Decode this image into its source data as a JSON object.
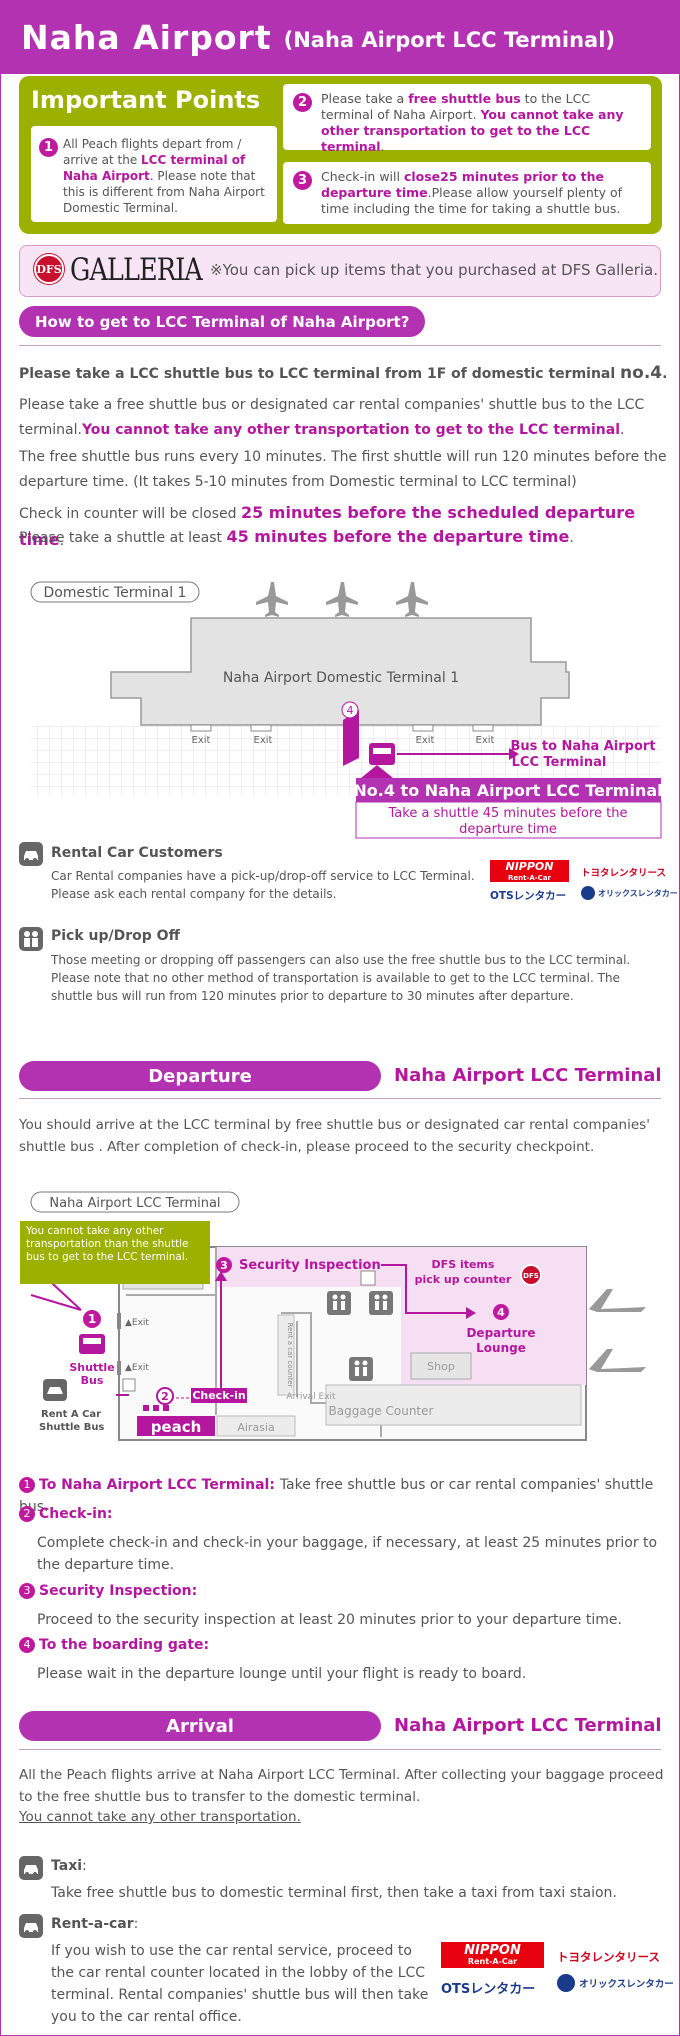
{
  "header": {
    "title": "Naha Airport",
    "subtitle": "(Naha Airport LCC Terminal)"
  },
  "important": {
    "title": "Important Points",
    "p1_a": "All Peach flights depart from / arrive at the ",
    "p1_b": "LCC terminal of Naha Airport",
    "p1_c": ". Please note that this is different from Naha Airport Domestic Terminal.",
    "p2_a": "Please take a ",
    "p2_b": "free shuttle bus",
    "p2_c": " to the LCC terminal of Naha Airport. ",
    "p2_d": "You cannot take any other transportation to get to the LCC terminal",
    "p2_e": ".",
    "p3_a": "Check-in will ",
    "p3_b": "close25 minutes prior to the departure time",
    "p3_c": ".Please allow yourself plenty of time including the time for taking a shuttle bus.",
    "n1": "1",
    "n2": "2",
    "n3": "3"
  },
  "dfs": {
    "logo": "DFS",
    "brand": "GALLERIA",
    "note": "※You can pick up items that you purchased at DFS Galleria."
  },
  "howto": {
    "pill": "How to get to LCC Terminal of Naha Airport?",
    "lead_a": "Please take a LCC shuttle bus to LCC terminal from 1F of domestic terminal ",
    "lead_b": "no.4",
    "lead_c": ".",
    "p1_a": "Please take a free shuttle bus or designated car rental companies' shuttle bus to the LCC terminal.",
    "p1_b": "You cannot take any other transportation to get to the LCC terminal",
    "p1_c": ".",
    "p2": "The free shuttle bus runs every  10 minutes. The first shuttle will run 120 minutes before the departure time. (It takes 5-10 minutes from Domestic terminal to LCC terminal)",
    "p3_a": "Check in counter will be closed ",
    "p3_b": "25 minutes before the scheduled departure time",
    "p3_c": ".",
    "p4_a": "Please take a shuttle at least ",
    "p4_b": "45 minutes before the departure time",
    "p4_c": "."
  },
  "map1": {
    "tag": "Domestic Terminal 1",
    "building": "Naha Airport Domestic Terminal 1",
    "exit": "Exit",
    "gate": "4",
    "bus_to": "Bus to Naha Airport LCC Terminal",
    "bus_to_1": "Bus to Naha Airport",
    "bus_to_2": "LCC Terminal",
    "no4": "No.4 to Naha Airport LCC Terminal",
    "take": "Take a shuttle 45 minutes before the departure time",
    "take_1": "Take a shuttle 45 minutes before the",
    "take_2": "departure time"
  },
  "rental": {
    "title": "Rental Car Customers",
    "body1": "Car Rental companies have a pick-up/drop-off service to LCC Terminal.",
    "body2": "Please ask each rental company for the details.",
    "logo_nippon": "NIPPON",
    "logo_nippon_sub": "Rent-A-Car",
    "logo_toyota": "トヨタレンタリース",
    "logo_ots": "OTSレンタカー",
    "logo_orix": "オリックスレンタカー"
  },
  "pickup": {
    "title": "Pick up/Drop Off",
    "body": "Those meeting or dropping off passengers can also use the free shuttle bus to the LCC terminal. Please note that no other method of transportation is available to get to the LCC terminal. The shuttle bus will run from 120 minutes prior to departure to 30 minutes after departure."
  },
  "departure": {
    "pill": "Departure",
    "right": "Naha Airport LCC Terminal",
    "body": "You should arrive at the LCC terminal by free shuttle bus or designated car rental companies' shuttle bus . After completion of check-in, please proceed to the security checkpoint."
  },
  "map2": {
    "tag": "Naha Airport LCC Terminal",
    "warn": "You cannot take any other transportation than the shuttle bus to get to the LCC terminal.",
    "shop": "Shop",
    "security": "Security Inspection",
    "dfs_items": "DFS items pick up counter",
    "dfs_items_1": "DFS items",
    "dfs_items_2": "pick up counter",
    "lounge": "Departure Lounge",
    "lounge_1": "Departure",
    "lounge_2": "Lounge",
    "exit": "▲Exit",
    "shuttle": "Shuttle Bus",
    "shuttle_1": "Shuttle",
    "shuttle_2": "Bus",
    "rent": "Rent A Car Shuttle Bus",
    "rent_1": "Rent A Car",
    "rent_2": "Shuttle Bus",
    "checkin": "Check-in",
    "peach": "peach",
    "airasia": "Airasia",
    "baggage": "Baggage Counter",
    "arrival_exit": "Arrival Exit",
    "rent_counter": "Rent a car counter",
    "n1": "1",
    "n2": "2",
    "n3": "3",
    "n4": "4",
    "dfs_logo": "DFS"
  },
  "steps": [
    {
      "n": "1",
      "head": "To Naha Airport LCC Terminal",
      "sep": ": ",
      "text": "Take free shuttle bus or car rental companies' shuttle bus."
    },
    {
      "n": "2",
      "head": "Check-in",
      "sep": ":",
      "text": "Complete check-in and check-in your baggage, if necessary, at least 25 minutes prior to the departure time."
    },
    {
      "n": "3",
      "head": "Security Inspection",
      "sep": ":",
      "text": "Proceed to the security inspection at least 20 minutes prior to your departure time."
    },
    {
      "n": "4",
      "head": "To the boarding gate",
      "sep": ":",
      "text": "Please wait in the departure lounge until your flight is ready to board."
    }
  ],
  "arrival": {
    "pill": "Arrival",
    "right": "Naha Airport LCC Terminal",
    "body": "All the Peach flights arrive at Naha Airport LCC Terminal. After collecting your baggage proceed to the free shuttle bus to transfer to the domestic terminal.",
    "under": "You cannot take any other transportation.",
    "taxi_title": "Taxi",
    "taxi_sep": ":",
    "taxi_body": "Take free shuttle bus to domestic terminal first, then take a taxi from taxi staion.",
    "rac_title": "Rent-a-car",
    "rac_sep": ":",
    "rac_body": "If you wish to use the car rental service, proceed to the car rental counter located in the lobby of the LCC terminal. Rental companies' shuttle bus will then take you to the car rental office."
  },
  "colors": {
    "accent": "#b232b2",
    "text_accent": "#b4169e",
    "olive": "#9cb000",
    "pink_bg": "#f7e4f4"
  }
}
